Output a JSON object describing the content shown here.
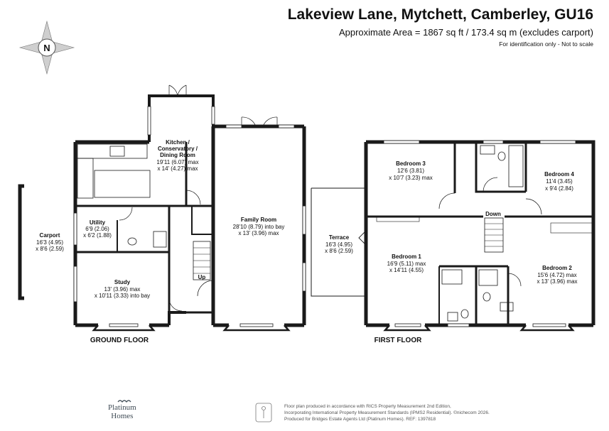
{
  "header": {
    "title": "Lakeview Lane, Mytchett, Camberley, GU16",
    "area": "Approximate Area = 1867 sq ft / 173.4 sq m (excludes carport)",
    "note": "For identification only - Not to scale"
  },
  "compass": {
    "letter": "N",
    "icon": "compass-icon"
  },
  "ground_floor": {
    "label": "GROUND FLOOR",
    "up": "Up",
    "rooms": {
      "carport": [
        "Carport",
        "16'3 (4.95)",
        "x 8'6 (2.59)"
      ],
      "utility": [
        "Utility",
        "6'9 (2.06)",
        "x 6'2 (1.88)"
      ],
      "study": [
        "Study",
        "13' (3.96) max",
        "x 10'11 (3.33) into bay"
      ],
      "kitchen": [
        "Kitchen /",
        "Conservatory /",
        "Dining Room",
        "19'11 (6.07) max",
        "x 14' (4.27) max"
      ],
      "family": [
        "Family Room",
        "28'10 (8.79) into bay",
        "x 13' (3.96) max"
      ]
    }
  },
  "first_floor": {
    "label": "FIRST FLOOR",
    "down": "Down",
    "rooms": {
      "terrace": [
        "Terrace",
        "16'3 (4.95)",
        "x 8'6 (2.59)"
      ],
      "bedroom3": [
        "Bedroom 3",
        "12'6 (3.81)",
        "x 10'7 (3.23) max"
      ],
      "bedroom4": [
        "Bedroom 4",
        "11'4 (3.45)",
        "x 9'4 (2.84)"
      ],
      "bedroom1": [
        "Bedroom 1",
        "16'9 (5.11) max",
        "x 14'11 (4.55)"
      ],
      "bedroom2": [
        "Bedroom 2",
        "15'6 (4.72) max",
        "x 13' (3.96) max"
      ]
    }
  },
  "footer": {
    "brand_line1": "Platinum",
    "brand_line2": "Homes",
    "lines": [
      "Floor plan produced in accordance with RICS Property Measurement 2nd Edition,",
      "Incorporating International Property Measurement Standards (IPMS2 Residential). ©nichecom 2026.",
      "Produced for Bridges Estate Agents Ltd (Platinum Homes). REF: 1397818"
    ]
  }
}
